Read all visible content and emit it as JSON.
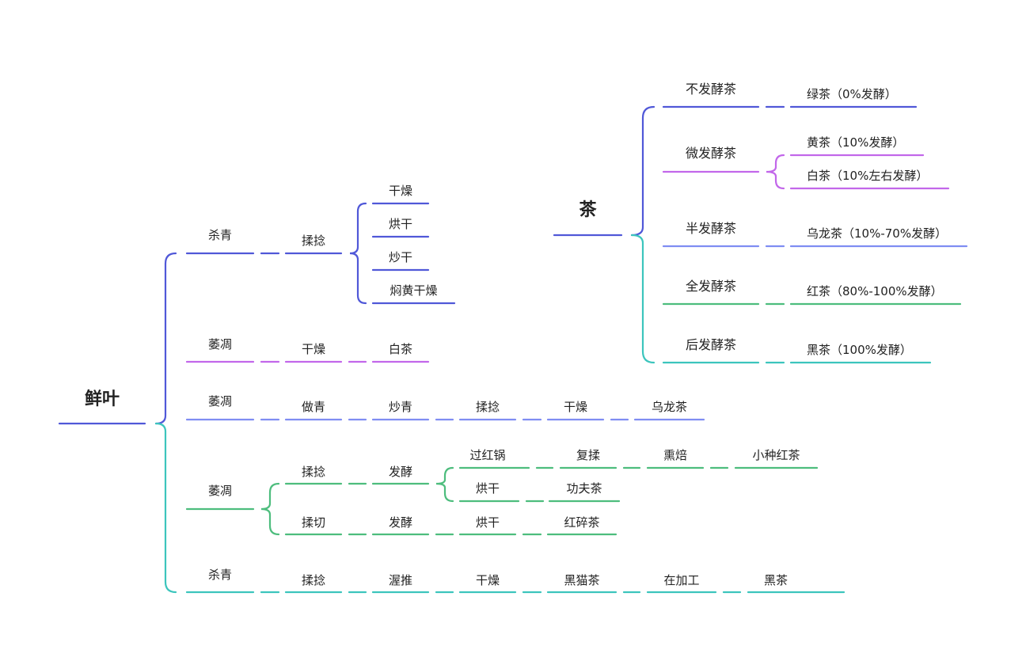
{
  "colors": {
    "blue": "#5058d8",
    "purple": "#c267ea",
    "periwinkle": "#7f8df2",
    "green": "#4dbd7d",
    "teal": "#3cc5bd"
  },
  "left": {
    "root": "鲜叶",
    "row1": {
      "a": "杀青",
      "b": "揉捻",
      "c": [
        "干燥",
        "烘干",
        "炒干",
        "焖黄干燥"
      ]
    },
    "row2": [
      "萎凋",
      "干燥",
      "白茶"
    ],
    "row3": [
      "萎凋",
      "做青",
      "炒青",
      "揉捻",
      "干燥",
      "乌龙茶"
    ],
    "row4": {
      "a": "萎凋",
      "upper": [
        "揉捻",
        "发酵"
      ],
      "b1": [
        "过红锅",
        "复揉",
        "熏焙",
        "小种红茶"
      ],
      "b2": [
        "烘干",
        "功夫茶"
      ],
      "lower": [
        "揉切",
        "发酵",
        "烘干",
        "红碎茶"
      ]
    },
    "row5": [
      "杀青",
      "揉捻",
      "渥推",
      "干燥",
      "黑猫茶",
      "在加工",
      "黑茶"
    ]
  },
  "right": {
    "root": "茶",
    "items": [
      {
        "category": "不发酵茶",
        "teas": [
          "绿茶（0%发酵）"
        ]
      },
      {
        "category": "微发酵茶",
        "teas": [
          "黄茶（10%发酵）",
          "白茶（10%左右发酵）"
        ]
      },
      {
        "category": "半发酵茶",
        "teas": [
          "乌龙茶（10%-70%发酵）"
        ]
      },
      {
        "category": "全发酵茶",
        "teas": [
          "红茶（80%-100%发酵）"
        ]
      },
      {
        "category": "后发酵茶",
        "teas": [
          "黑茶（100%发酵）"
        ]
      }
    ]
  }
}
